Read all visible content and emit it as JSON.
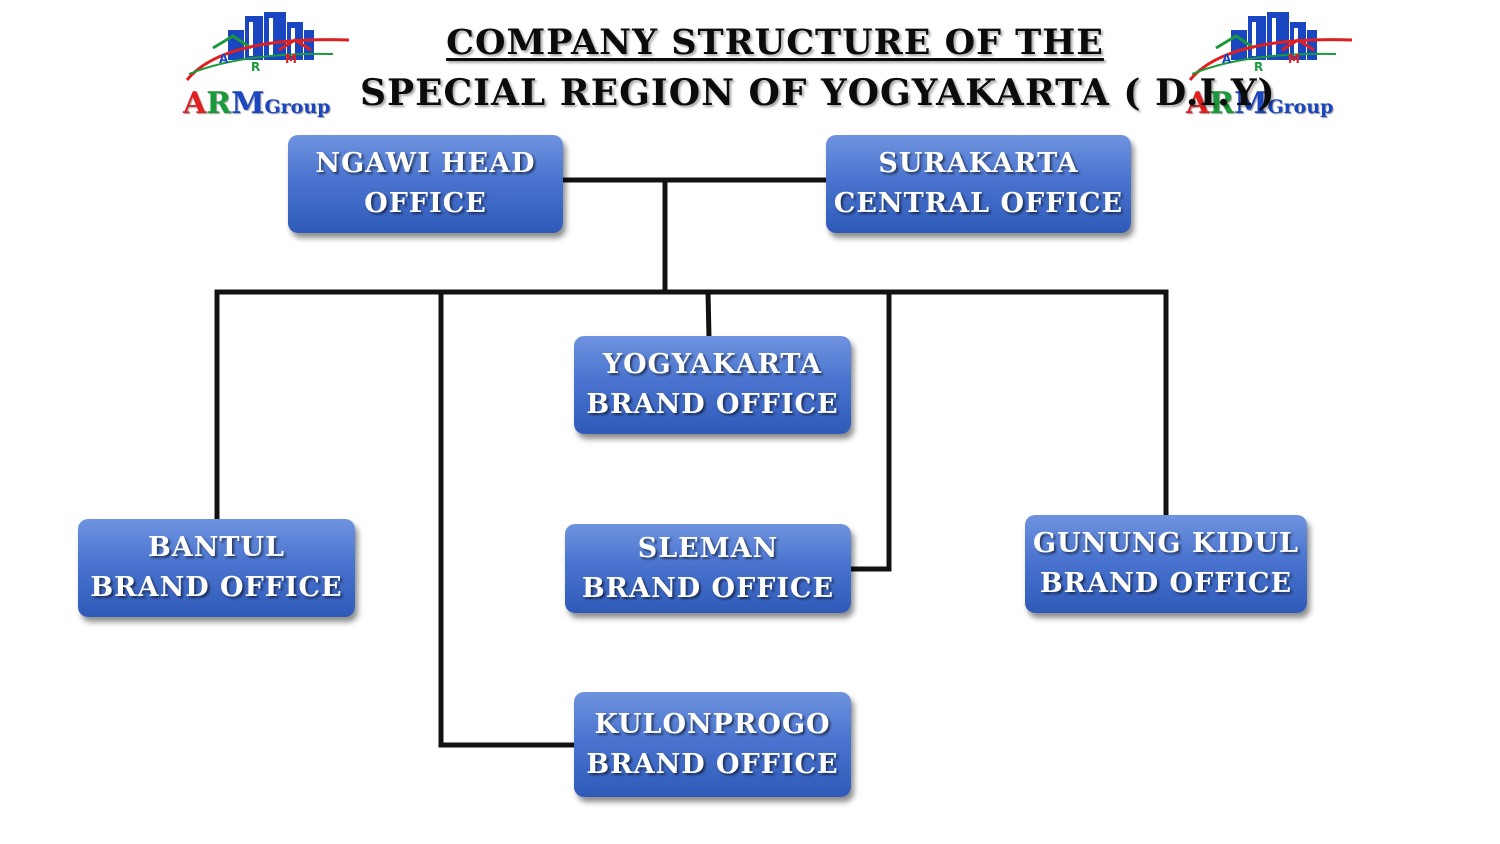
{
  "title": {
    "line1": "COMPANY STRUCTURE OF THE",
    "line2": "SPECIAL REGION OF YOGYAKARTA ( D.I.Y)"
  },
  "logo": {
    "arc_letters": [
      "A",
      "R",
      "M"
    ],
    "wordmark_a": "A",
    "wordmark_r": "R",
    "wordmark_m": "M",
    "wordmark_group": "Group",
    "colors": {
      "red": "#e02020",
      "green": "#1a9a3a",
      "blue": "#1b46c2"
    }
  },
  "nodes": {
    "ngawi": {
      "line1": "NGAWI HEAD",
      "line2": "OFFICE"
    },
    "surakarta": {
      "line1": "SURAKARTA",
      "line2": "CENTRAL OFFICE"
    },
    "yogyakarta": {
      "line1": "YOGYAKARTA",
      "line2": "BRAND OFFICE"
    },
    "bantul": {
      "line1": "BANTUL",
      "line2": "BRAND OFFICE"
    },
    "sleman": {
      "line1": "SLEMAN",
      "line2": "BRAND OFFICE"
    },
    "gunung_kidul": {
      "line1": "GUNUNG KIDUL",
      "line2": "BRAND OFFICE"
    },
    "kulonprogo": {
      "line1": "KULONPROGO",
      "line2": "BRAND OFFICE"
    }
  },
  "colors": {
    "box": "#4a74cf",
    "connector": "#111111"
  }
}
